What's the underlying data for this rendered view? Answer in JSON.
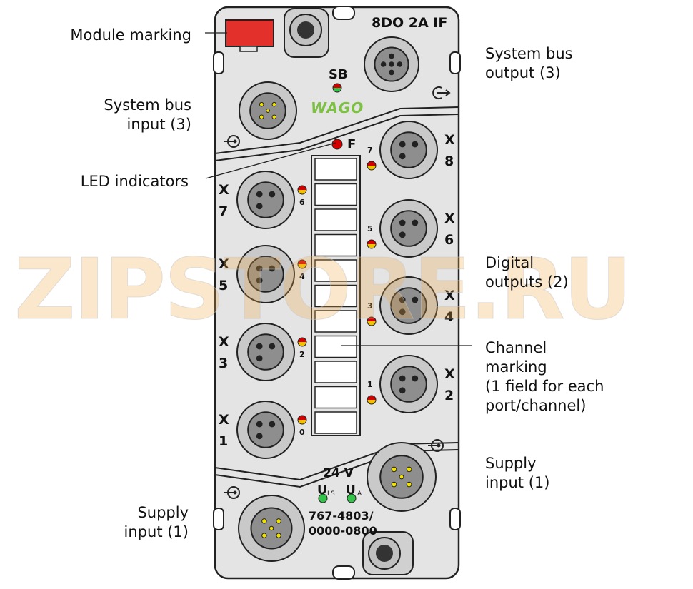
{
  "module": {
    "name": "8DO 2A IF",
    "sb_label": "SB",
    "brand": "WAGO",
    "fault_label": "F",
    "voltage": "24 V",
    "uls_main": "U",
    "uls_sub": "LS",
    "ua_main": "U",
    "ua_sub": "A",
    "part_number_line1": "767-4803/",
    "part_number_line2": "0000-0800"
  },
  "ports_left": [
    {
      "x": "X",
      "n": "7",
      "led": "6"
    },
    {
      "x": "X",
      "n": "5",
      "led": "4"
    },
    {
      "x": "X",
      "n": "3",
      "led": "2"
    },
    {
      "x": "X",
      "n": "1",
      "led": "0"
    }
  ],
  "ports_right": [
    {
      "x": "X",
      "n": "8",
      "led": "7"
    },
    {
      "x": "X",
      "n": "6",
      "led": "5"
    },
    {
      "x": "X",
      "n": "4",
      "led": "3"
    },
    {
      "x": "X",
      "n": "2",
      "led": "1"
    }
  ],
  "callouts": {
    "module_marking": "Module marking",
    "system_bus_output": "System bus\noutput (3)",
    "system_bus_input": "System bus\ninput (3)",
    "led_indicators": "LED indicators",
    "digital_outputs": "Digital\noutputs (2)",
    "channel_marking": "Channel\nmarking\n(1 field for each\nport/channel)",
    "supply_input_right": "Supply\ninput (1)",
    "supply_input_left": "Supply\ninput (1)"
  },
  "watermark": "ZIPSTORE.RU",
  "colors": {
    "body": "#e4e4e4",
    "outline": "#222222",
    "connector_ring": "#c9c9c9",
    "connector_face": "#8e8e8e",
    "pin": "#222222",
    "yellow_pin": "#f2e200",
    "led_red": "#d40000",
    "led_yellow": "#f2c200",
    "led_green": "#33c24a",
    "marking_red": "#e4302a",
    "wago_green": "#7cc142"
  }
}
